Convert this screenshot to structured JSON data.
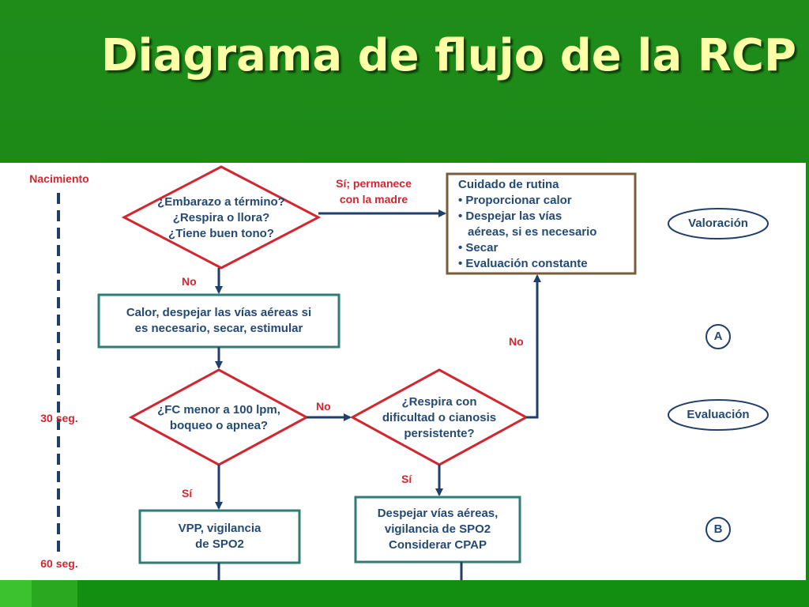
{
  "title": "Diagrama de flujo de la RCP",
  "colors": {
    "background": "#1f8c1a",
    "title": "#ffffa8",
    "decision_border": "#d22630",
    "process_border": "#2e7c73",
    "routine_border": "#7a5c3b",
    "text": "#244a74",
    "timeline": "#1f3f6b"
  },
  "timeline": {
    "birth": "Nacimiento",
    "t30": "30 seg.",
    "t60": "60 seg."
  },
  "nodes": {
    "d1": [
      "¿Embarazo a término?",
      "¿Respira o llora?",
      "¿Tiene buen tono?"
    ],
    "routine": {
      "title": "Cuidado de rutina",
      "items": [
        "• Proporcionar calor",
        "• Despejar las vías",
        "aéreas, si es necesario",
        "• Secar",
        "• Evaluación constante"
      ]
    },
    "p1": [
      "Calor, despejar las vías aéreas si",
      "es necesario, secar, estimular"
    ],
    "d2": [
      "¿FC menor a 100 lpm,",
      "boqueo o apnea?"
    ],
    "d3": [
      "¿Respira con",
      "dificultad o cianosis",
      "persistente?"
    ],
    "p2": [
      "VPP, vigilancia",
      "de SPO2"
    ],
    "p3": [
      "Despejar vías aéreas,",
      "vigilancia de SPO2",
      "Considerar CPAP"
    ]
  },
  "edge_labels": {
    "yes_stay": [
      "Sí; permanece",
      "con la madre"
    ],
    "no1": "No",
    "no2": "No",
    "no3": "No",
    "yes1": "Sí",
    "yes2": "Sí"
  },
  "side_labels": {
    "valoracion": "Valoración",
    "a": "A",
    "evaluacion": "Evaluación",
    "b": "B"
  }
}
